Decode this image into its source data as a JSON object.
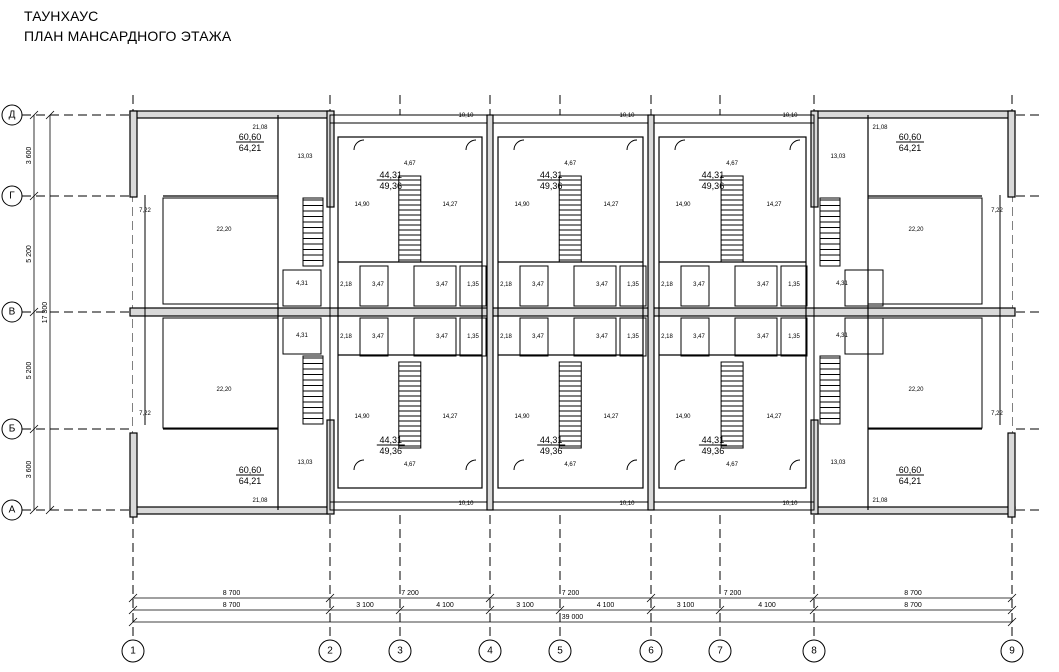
{
  "title": {
    "line1": "ТАУНХАУС",
    "line2": "ПЛАН МАНСАРДНОГО ЭТАЖА"
  },
  "axes": {
    "numbers": [
      "1",
      "2",
      "3",
      "4",
      "5",
      "6",
      "7",
      "8",
      "9"
    ],
    "letters": [
      "Д",
      "Г",
      "В",
      "Б",
      "А"
    ]
  },
  "dimensions": {
    "vertical": [
      "3 600",
      "5 200",
      "5 200",
      "3 600"
    ],
    "vertical_total": "17 300",
    "horizontal_row1": [
      "8 700",
      "7 200",
      "7 200",
      "7 200",
      "8 700"
    ],
    "horizontal_row2": [
      "8 700",
      "3 100",
      "4 100",
      "3 100",
      "4 100",
      "3 100",
      "4 100",
      "8 700"
    ],
    "horizontal_total": "39 000"
  },
  "end_units": {
    "total_area": "60,60",
    "gross_area": "64,21",
    "rooms": [
      "21,08",
      "13,03",
      "7,22",
      "22,20",
      "4,31"
    ]
  },
  "mid_units": {
    "total_area": "44,31",
    "gross_area": "49,36",
    "rooms": [
      "4,67",
      "14,90",
      "14,27",
      "10,10",
      "2,18",
      "3,47",
      "1,35"
    ]
  }
}
